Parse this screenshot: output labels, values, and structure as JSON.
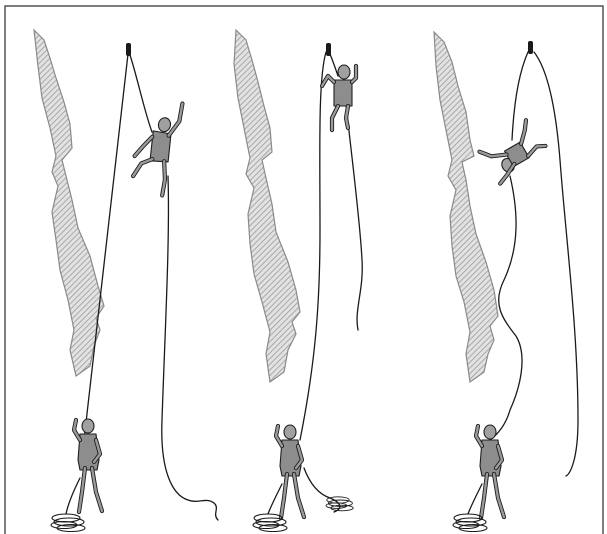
{
  "colors": {
    "background": "#ffffff",
    "frame": "#555555",
    "cliff_hatch": "#9a9a9a",
    "rope": "#1a1a1a",
    "figure": "#8d8d8d"
  },
  "panels": [
    {
      "id": "panel-1",
      "description_icon": "climber-above-belayer",
      "climber_pose": "climbing"
    },
    {
      "id": "panel-2",
      "description_icon": "climber-near-anchor",
      "climber_pose": "reaching"
    },
    {
      "id": "panel-3",
      "description_icon": "climber-falling",
      "climber_pose": "falling"
    }
  ]
}
